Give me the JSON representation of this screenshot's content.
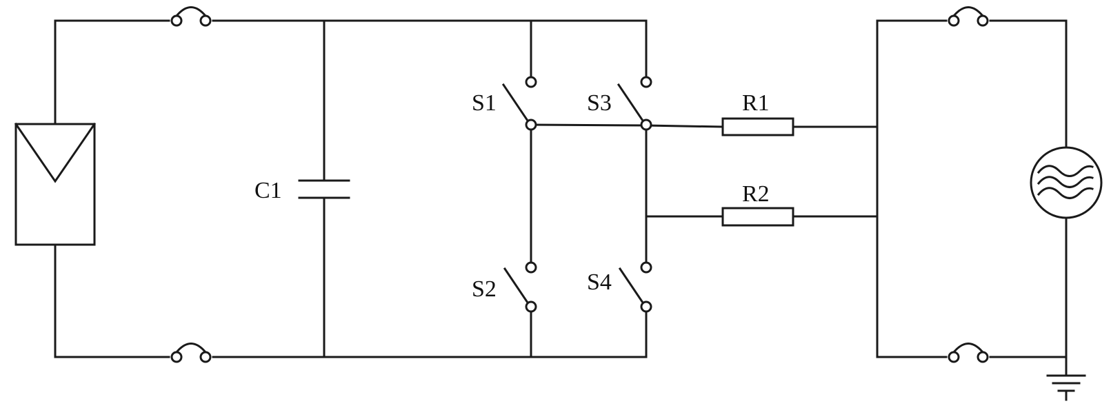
{
  "diagram": {
    "type": "circuit-schematic",
    "line_color": "#1a1a1a",
    "background": "#ffffff",
    "components": {
      "capacitor": {
        "label": "C1"
      },
      "switches": [
        {
          "id": "s1",
          "label": "S1"
        },
        {
          "id": "s2",
          "label": "S2"
        },
        {
          "id": "s3",
          "label": "S3"
        },
        {
          "id": "s4",
          "label": "S4"
        }
      ],
      "resistors": [
        {
          "id": "r1",
          "label": "R1"
        },
        {
          "id": "r2",
          "label": "R2"
        }
      ],
      "unlabeled_symbols": [
        "pv-panel-icon",
        "fuse-icon",
        "ac-grid-source-icon",
        "ground-icon"
      ]
    }
  }
}
